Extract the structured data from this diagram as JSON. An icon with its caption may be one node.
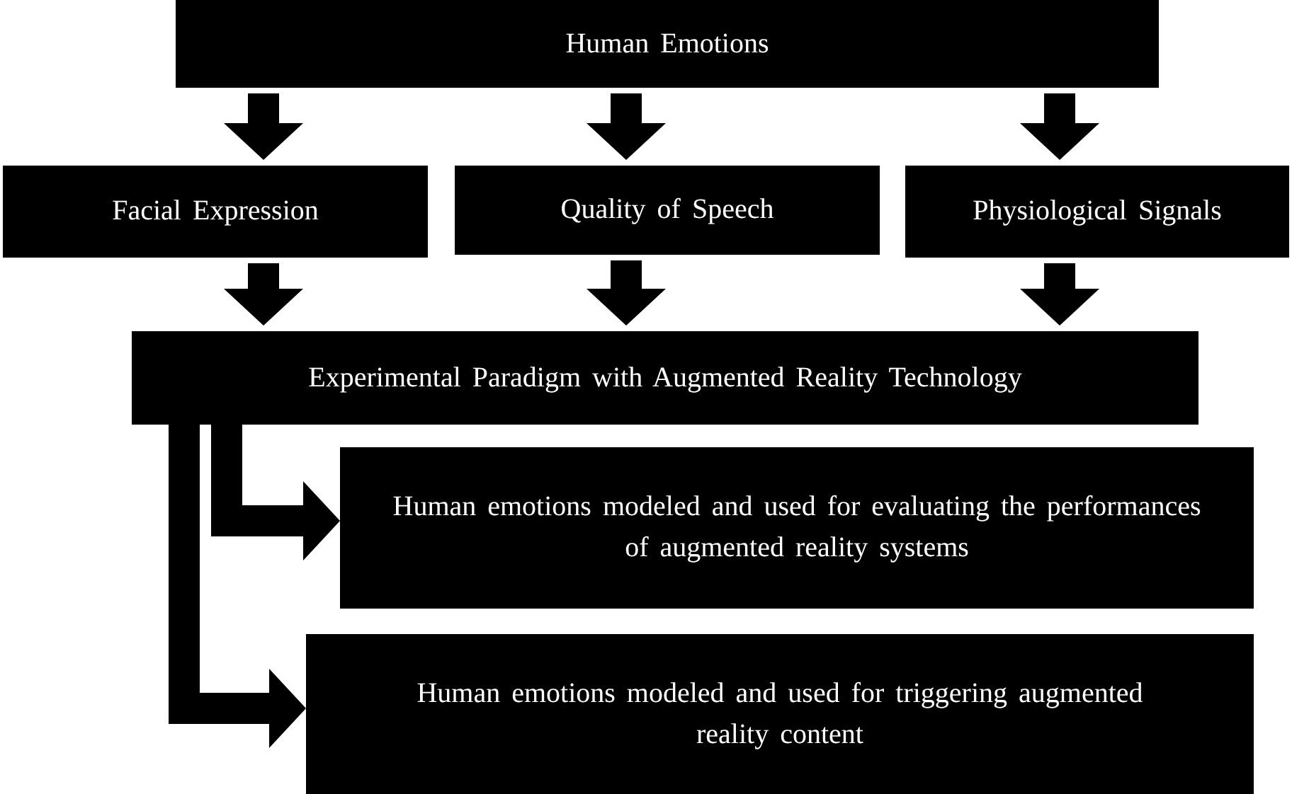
{
  "diagram": {
    "nodes": [
      {
        "text": [
          "Human Emotions"
        ]
      },
      {
        "text": [
          "Facial Expression"
        ]
      },
      {
        "text": [
          "Quality of Speech"
        ]
      },
      {
        "text": [
          "Physiological Signals"
        ]
      },
      {
        "text": [
          "Experimental Paradigm with Augmented Reality Technology"
        ]
      },
      {
        "text": [
          "Human emotions modeled and used for evaluating the performances of augmented reality systems"
        ]
      },
      {
        "text": [
          "Human emotions modeled and used for triggering augmented reality content"
        ]
      }
    ],
    "edges": [
      {
        "from": 0,
        "to": 1,
        "arrow": "to"
      },
      {
        "from": 0,
        "to": 2,
        "arrow": "to"
      },
      {
        "from": 0,
        "to": 3,
        "arrow": "to"
      },
      {
        "from": 1,
        "to": 4,
        "arrow": "to"
      },
      {
        "from": 2,
        "to": 4,
        "arrow": "to"
      },
      {
        "from": 3,
        "to": 4,
        "arrow": "to"
      },
      {
        "from": 4,
        "to": 5,
        "arrow": "to"
      },
      {
        "from": 4,
        "to": 6,
        "arrow": "to"
      }
    ]
  }
}
